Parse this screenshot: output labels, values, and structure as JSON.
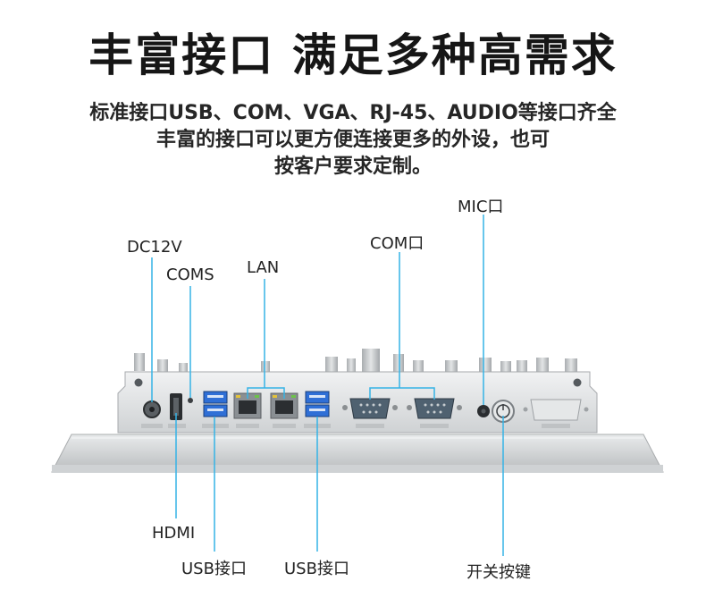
{
  "headline": "丰富接口 满足多种高需求",
  "description": {
    "line1": "标准接口USB、COM、VGA、RJ-45、AUDIO等接口齐全",
    "line2": "丰富的接口可以更方便连接更多的外设，也可",
    "line3": "按客户要求定制。"
  },
  "labels": {
    "dc12v": "DC12V",
    "coms": "COMS",
    "lan": "LAN",
    "com": "COM口",
    "mic": "MIC口",
    "hdmi": "HDMI",
    "usb_left": "USB接口",
    "usb_right": "USB接口",
    "power_button": "开关按键"
  },
  "colors": {
    "leader_line": "#35b3e6",
    "usb_port": "#2f6fd6",
    "chassis": "#d9dcde",
    "bezel": "#c9ccce"
  }
}
